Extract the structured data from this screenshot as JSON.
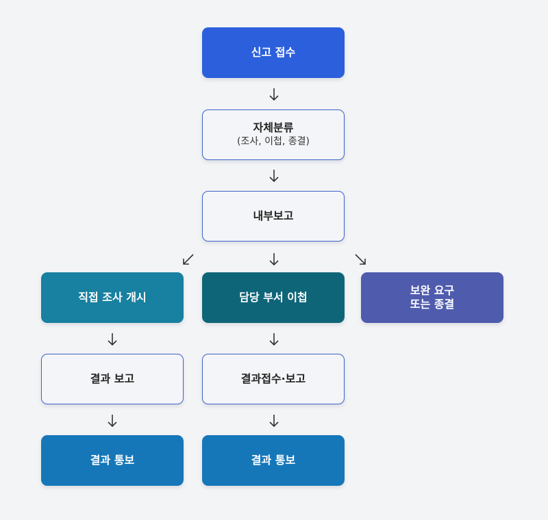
{
  "nodes": {
    "report_receipt": {
      "label": "신고 접수",
      "color": "#2b5fdc"
    },
    "self_classification": {
      "label": "자체분류",
      "sub": "(조사, 이첩, 종결)"
    },
    "internal_report": {
      "label": "내부보고"
    },
    "direct_investigation": {
      "label": "직접 조사 개시",
      "color": "#1880a0"
    },
    "transfer_department": {
      "label": "담당 부서 이첩",
      "color": "#0f6578"
    },
    "supplement_request": {
      "line1": "보완 요구",
      "line2": "또는 종결",
      "color": "#4f5bad"
    },
    "left_result_report": {
      "label": "결과 보고"
    },
    "mid_receipt_report": {
      "label": "결과접수·보고"
    },
    "left_result_notice": {
      "label": "결과 통보",
      "color": "#1677b8"
    },
    "mid_result_notice": {
      "label": "결과 통보",
      "color": "#1677b8"
    }
  },
  "arrow_icon": "arrow-icon",
  "colors": {
    "background": "#f3f4f6",
    "outline_border": "#3d63c9",
    "arrow": "#333333"
  }
}
